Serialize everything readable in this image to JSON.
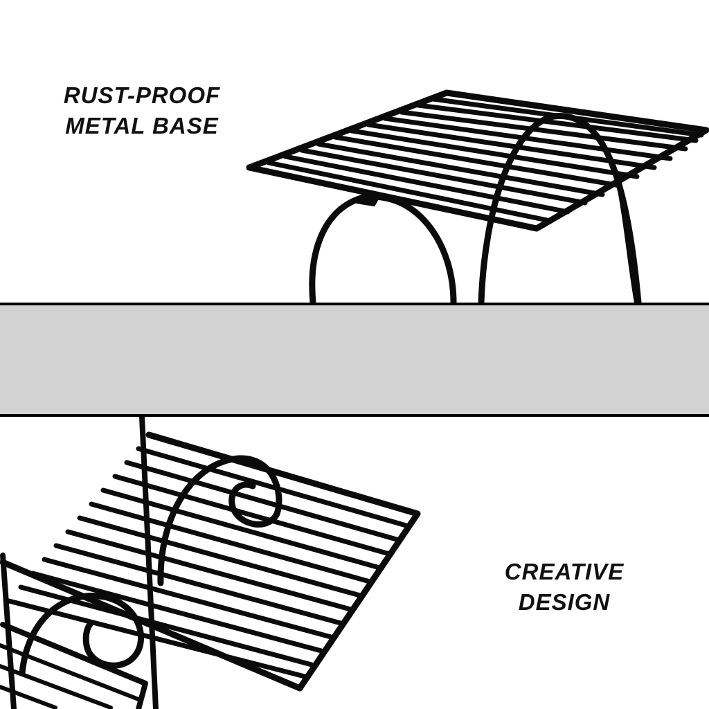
{
  "captions": {
    "top": {
      "line1": "RUST-PROOF",
      "line2": "METAL BASE"
    },
    "bottom": {
      "line1": "CREATIVE",
      "line2": "DESIGN"
    }
  },
  "colors": {
    "background": "#ffffff",
    "metal": "#0b0b0b",
    "divider_band": "#d3d2d3",
    "divider_line": "#000000",
    "caption_text": "#111111"
  },
  "images": {
    "top": "rack-shelf-closeup",
    "bottom": "rack-scroll-closeup"
  }
}
